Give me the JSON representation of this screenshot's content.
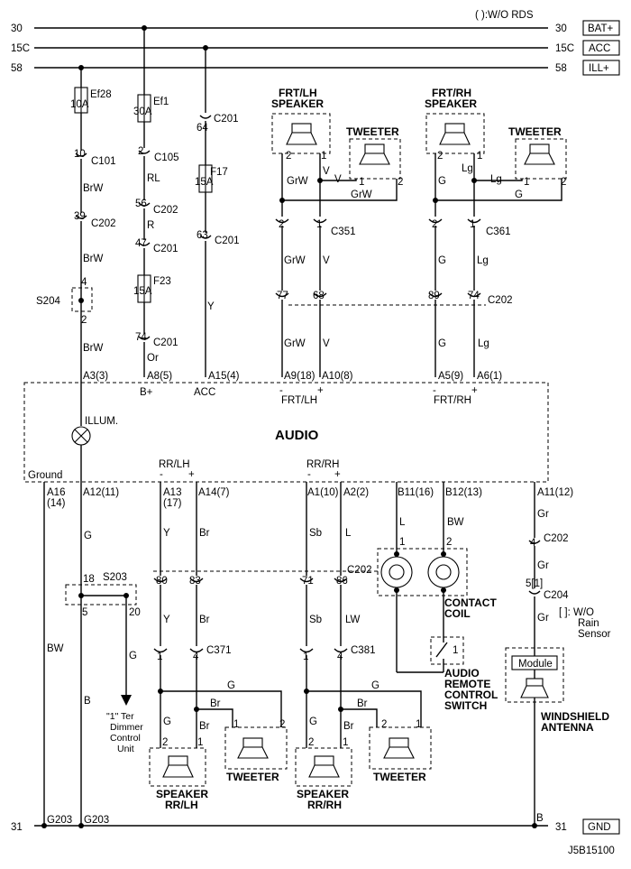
{
  "header": {
    "note": "( ):W/O RDS"
  },
  "rails": [
    {
      "left": "30",
      "right": "30",
      "tag": "BAT+"
    },
    {
      "left": "15C",
      "right": "15C",
      "tag": "ACC"
    },
    {
      "left": "58",
      "right": "58",
      "tag": "ILL+"
    }
  ],
  "ground_rail": {
    "left": "31",
    "right": "31",
    "tag": "GND",
    "g_left": "G203",
    "g_mid": "G203",
    "b_label": "B"
  },
  "fuses": {
    "ef28_name": "Ef28",
    "ef28_rating": "10A",
    "ef1_name": "Ef1",
    "ef1_rating": "30A",
    "f17_name": "F17",
    "f17_rating": "15A",
    "f23_name": "F23",
    "f23_rating": "15A"
  },
  "illum_path": {
    "c101_pin": "10",
    "c101": "C101",
    "wire1": "BrW",
    "c202_pin": "39",
    "c202": "C202",
    "wire2": "BrW",
    "splice_pin_top": "4",
    "splice": "S204",
    "splice_pin_bot": "2",
    "wire3": "BrW"
  },
  "bat_path": {
    "c105_pin": "2",
    "c105": "C105",
    "wire1": "RL",
    "c202_pin": "56",
    "c202": "C202",
    "wire2": "R",
    "c201_pin": "47",
    "c201": "C201",
    "c201b_pin": "74",
    "c201b": "C201",
    "wire3": "Or"
  },
  "acc_path": {
    "c201_pin": "64",
    "c201": "C201",
    "c201b_pin": "63",
    "c201b": "C201",
    "wire": "Y"
  },
  "front_lh": {
    "title1": "FRT/LH",
    "title2": "SPEAKER",
    "tweeter": "TWEETER",
    "pin_a": "2",
    "pin_b": "1",
    "tw_pin_a": "1",
    "tw_pin_b": "2",
    "wire_v": "V",
    "wire_grw": "GrW",
    "wire_grw2": "GrW",
    "c351_pin_a": "2",
    "c351_pin_b": "1",
    "c351": "C351",
    "wire_grw3": "GrW",
    "wire_v2": "V",
    "c202_pin_a": "77",
    "c202_pin_b": "68",
    "wire_grw4": "GrW",
    "wire_v3": "V"
  },
  "front_rh": {
    "title1": "FRT/RH",
    "title2": "SPEAKER",
    "tweeter": "TWEETER",
    "pin_a": "2",
    "pin_b": "1",
    "tw_pin_a": "1",
    "tw_pin_b": "2",
    "wire_lg": "Lg",
    "wire_g": "G",
    "wire_lg2": "Lg",
    "wire_g2": "G",
    "c361_pin_a": "2",
    "c361_pin_b": "1",
    "c361": "C361",
    "wire_g3": "G",
    "wire_lg3": "Lg",
    "c202_pin_a": "89",
    "c202_pin_b": "74",
    "c202": "C202",
    "wire_g4": "G",
    "wire_lg4": "Lg"
  },
  "audio": {
    "title": "AUDIO",
    "illum": "ILLUM.",
    "ground": "Ground",
    "top_pins": {
      "a3": "A3(3)",
      "a8": "A8(5)",
      "a15": "A15(4)",
      "a9": "A9(18)",
      "a10": "A10(8)",
      "a5": "A5(9)",
      "a6": "A6(1)"
    },
    "top_labels": {
      "bplus": "B+",
      "acc": "ACC",
      "frt_lh_minus": "-",
      "frt_lh_plus": "+",
      "frt_lh": "FRT/LH",
      "frt_rh_minus": "-",
      "frt_rh_plus": "+",
      "frt_rh": "FRT/RH"
    },
    "rr_labels": {
      "rr_lh": "RR/LH",
      "rr_lh_minus": "-",
      "rr_lh_plus": "+",
      "rr_rh": "RR/RH",
      "rr_rh_minus": "-",
      "rr_rh_plus": "+"
    },
    "bottom_pins": {
      "a16": "A16",
      "a16b": "(14)",
      "a12": "A12(11)",
      "a13": "A13",
      "a13b": "(17)",
      "a14": "A14(7)",
      "a1": "A1(10)",
      "a2": "A2(2)",
      "b11": "B11(16)",
      "b12": "B12(13)",
      "a11": "A11(12)"
    }
  },
  "lower": {
    "ground_wire": "BW",
    "illum_wire": "G",
    "s203_pin18": "18",
    "s203": "S203",
    "s203_pin5": "5",
    "s203_pin20": "20",
    "s203_out_wire": "G",
    "s203_b": "B",
    "dimmer": [
      "\"1\" Ter",
      "Dimmer",
      "Control",
      "Unit"
    ],
    "rr_lh_wire_y": "Y",
    "rr_lh_wire_br": "Br",
    "rr_rh_wire_sb": "Sb",
    "rr_rh_wire_l": "L",
    "c202_pins": {
      "p80": "80",
      "p83": "83",
      "p71": "71",
      "p86": "86",
      "label": "C202"
    },
    "rr_lh_wire_y2": "Y",
    "rr_lh_wire_br2": "Br",
    "rr_rh_wire_sb2": "Sb",
    "rr_rh_wire_lw": "LW",
    "c371": {
      "pin_a": "1",
      "pin_b": "4",
      "label": "C371"
    },
    "c381": {
      "pin_a": "1",
      "pin_b": "4",
      "label": "C381"
    },
    "rr_lh_spk": {
      "wire_g_top": "G",
      "wire_br": "Br",
      "wire_g": "G",
      "wire_br2": "Br",
      "pin_a": "2",
      "pin_b": "1",
      "tw_pin_a": "1",
      "tw_pin_b": "2",
      "speaker": "SPEAKER",
      "pos": "RR/LH",
      "tweeter": "TWEETER"
    },
    "rr_rh_spk": {
      "wire_g_top": "G",
      "wire_br": "Br",
      "wire_g": "G",
      "wire_br2": "Br",
      "pin_a": "2",
      "pin_b": "1",
      "tw_pin_a": "2",
      "tw_pin_b": "1",
      "speaker": "SPEAKER",
      "pos": "RR/RH",
      "tweeter": "TWEETER"
    },
    "coil": {
      "wire_l": "L",
      "wire_bw": "BW",
      "pin_1": "1",
      "pin_2": "2",
      "label1": "CONTACT",
      "label2": "COIL"
    },
    "switch": {
      "pin": "1",
      "label1": "AUDIO",
      "label2": "REMOTE",
      "label3": "CONTROL",
      "label4": "SWITCH"
    },
    "antenna": {
      "wire_gr": "Gr",
      "c202_pin": "4",
      "c202": "C202",
      "wire_gr2": "Gr",
      "c204_pin": "5[1]",
      "c204": "C204",
      "wire_gr3": "Gr",
      "wo_note": "[ ]: W/O",
      "wo_note2": "Rain",
      "wo_note3": "Sensor",
      "module": "Module",
      "label1": "WINDSHIELD",
      "label2": "ANTENNA"
    }
  },
  "footer": {
    "code": "J5B15100"
  }
}
